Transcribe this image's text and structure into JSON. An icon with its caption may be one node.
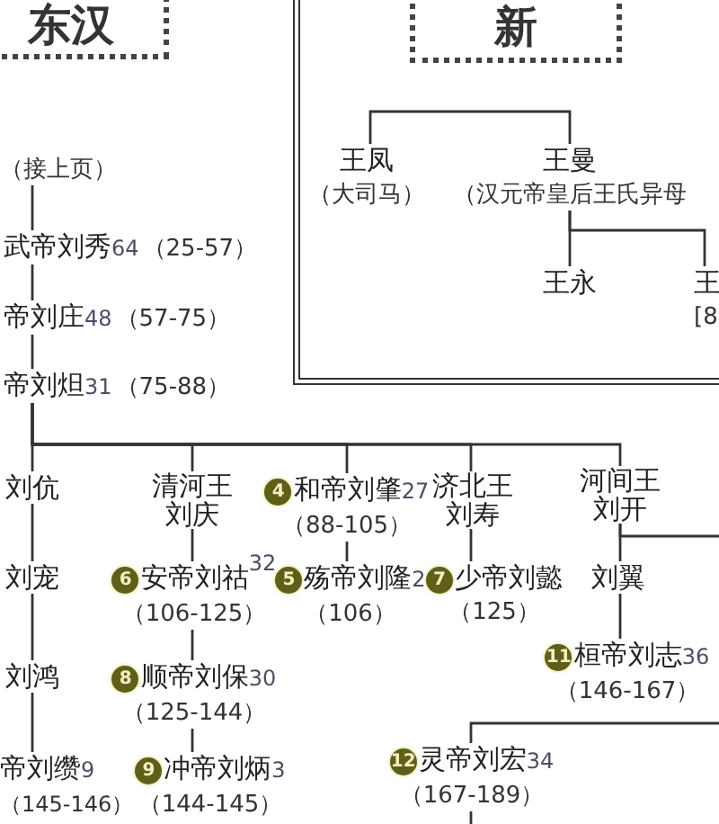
{
  "diagram": {
    "nodes": [
      {
        "text": [
          "东汉"
        ]
      },
      {
        "text": [
          "新"
        ]
      },
      {
        "text": [
          "（接上页）"
        ]
      },
      {
        "text": [
          "武帝刘秀",
          "64",
          "（25-57）"
        ]
      },
      {
        "text": [
          "帝刘庄",
          "48",
          "（57-75）"
        ]
      },
      {
        "text": [
          "帝刘炟",
          "31",
          "（75-88）"
        ]
      },
      {
        "text": [
          "刘伉"
        ]
      },
      {
        "text": [
          "清河王刘庆"
        ]
      },
      {
        "text": [
          "4",
          "和帝刘肇",
          "27",
          "（88-105）"
        ]
      },
      {
        "text": [
          "济北王刘寿"
        ]
      },
      {
        "text": [
          "河间王刘开"
        ]
      },
      {
        "text": [
          "刘宠"
        ]
      },
      {
        "text": [
          "6",
          "安帝刘祜",
          "32",
          "（106-125）"
        ]
      },
      {
        "text": [
          "5",
          "殇帝刘隆",
          "2",
          "（106）"
        ]
      },
      {
        "text": [
          "7",
          "少帝刘懿",
          "（125）"
        ]
      },
      {
        "text": [
          "刘翼"
        ]
      },
      {
        "text": [
          "刘鸿"
        ]
      },
      {
        "text": [
          "8",
          "顺帝刘保",
          "30",
          "（125-144）"
        ]
      },
      {
        "text": [
          "11",
          "桓帝刘志",
          "36",
          "（146-167）"
        ]
      },
      {
        "text": [
          "帝刘缵",
          "9",
          "（145-146）"
        ]
      },
      {
        "text": [
          "9",
          "冲帝刘炳",
          "3",
          "（144-145）"
        ]
      },
      {
        "text": [
          "12",
          "灵帝刘宏",
          "34",
          "（167-189）"
        ]
      },
      {
        "text": [
          "王凤",
          "（大司马）"
        ]
      },
      {
        "text": [
          "王曼",
          "（汉元帝皇后王氏异母"
        ]
      },
      {
        "text": [
          "王永"
        ]
      },
      {
        "text": [
          "王",
          "[8"
        ]
      }
    ],
    "edges": [
      {
        "from": 2,
        "to": 3,
        "arrow": "none"
      },
      {
        "from": 3,
        "to": 4,
        "arrow": "none"
      },
      {
        "from": 4,
        "to": 5,
        "arrow": "none"
      },
      {
        "from": 5,
        "to": 6,
        "arrow": "none"
      },
      {
        "from": 5,
        "to": 7,
        "arrow": "none"
      },
      {
        "from": 5,
        "to": 8,
        "arrow": "none"
      },
      {
        "from": 5,
        "to": 9,
        "arrow": "none"
      },
      {
        "from": 5,
        "to": 10,
        "arrow": "none"
      },
      {
        "from": 6,
        "to": 11,
        "arrow": "none"
      },
      {
        "from": 11,
        "to": 16,
        "arrow": "none"
      },
      {
        "from": 16,
        "to": 19,
        "arrow": "none"
      },
      {
        "from": 7,
        "to": 12,
        "arrow": "none"
      },
      {
        "from": 12,
        "to": 17,
        "arrow": "none"
      },
      {
        "from": 17,
        "to": 20,
        "arrow": "none"
      },
      {
        "from": 8,
        "to": 13,
        "arrow": "none"
      },
      {
        "from": 9,
        "to": 14,
        "arrow": "none"
      },
      {
        "from": 10,
        "to": 15,
        "arrow": "none"
      },
      {
        "from": 10,
        "to": null,
        "arrow": "none"
      },
      {
        "from": 15,
        "to": 18,
        "arrow": "none"
      },
      {
        "from": null,
        "to": 21,
        "arrow": "none"
      },
      {
        "from": 21,
        "to": null,
        "arrow": "none"
      },
      {
        "from": 22,
        "to": 23,
        "arrow": "none"
      },
      {
        "from": 23,
        "to": 24,
        "arrow": "none"
      },
      {
        "from": 23,
        "to": 25,
        "arrow": "none"
      }
    ]
  }
}
